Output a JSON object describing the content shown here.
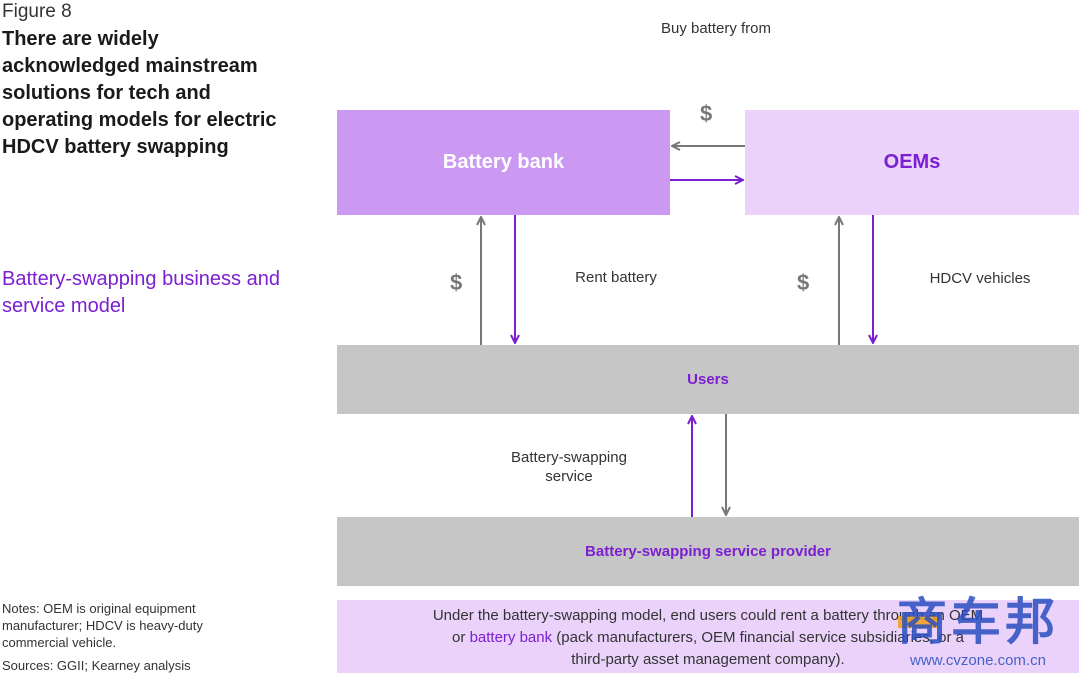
{
  "figure_label": "Figure 8",
  "title": "There are widely acknowledged mainstream solutions for tech and operating models for electric HDCV battery swapping",
  "subtitle": "Battery-swapping business and service model",
  "nodes": {
    "battery_bank": "Battery bank",
    "oems": "OEMs",
    "users": "Users",
    "provider": "Battery-swapping service provider"
  },
  "edge_labels": {
    "buy_battery": "Buy battery from",
    "rent_battery": "Rent battery",
    "hdcv_vehicles": "HDCV vehicles",
    "swapping_service_line1": "Battery-swapping",
    "swapping_service_line2": "service",
    "dollar": "$"
  },
  "note": {
    "part1": "Under the battery-swapping model, end users could rent a battery through an OEM",
    "part2_prefix": "or ",
    "part2_highlight": "battery bank",
    "part2_suffix": " (pack manufacturers, OEM financial service subsidiaries, or a",
    "part3": "third-party asset management company)."
  },
  "footnotes": {
    "notes": "Notes: OEM is original equipment manufacturer; HDCV is heavy-duty commercial vehicle.",
    "sources": "Sources: GGII; Kearney analysis"
  },
  "watermark": {
    "logo_text": "商车邦",
    "url": "www.cvzone.com.cn"
  },
  "colors": {
    "purple": "#7b1fd1",
    "bank_fill": "#cc99f2",
    "oem_fill": "#ead2fb",
    "users_fill": "#c6c6c6",
    "gray_arrow": "#777777"
  }
}
